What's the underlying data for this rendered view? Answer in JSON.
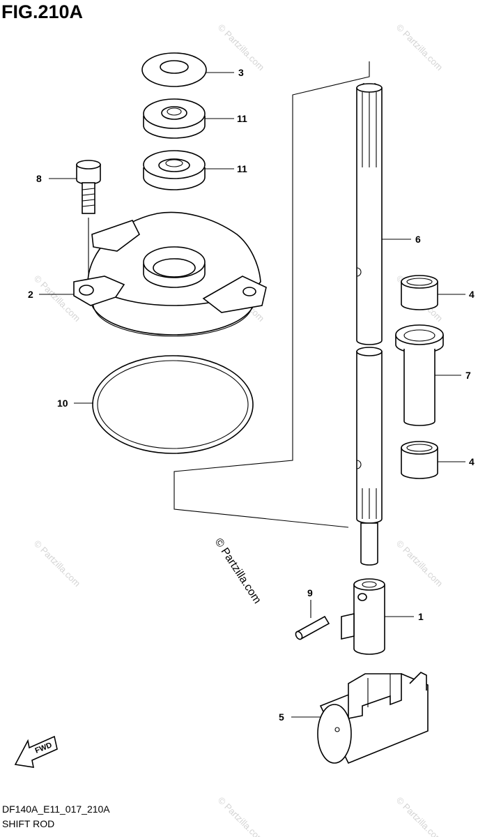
{
  "figure": {
    "title": "FIG.210A",
    "code": "DF140A_E11_017_210A",
    "subtitle": "SHIFT ROD"
  },
  "watermark": {
    "text": "© Partzilla.com"
  },
  "fwd_label": "FWD",
  "callouts": [
    "3",
    "11",
    "11",
    "8",
    "6",
    "2",
    "4",
    "7",
    "10",
    "4",
    "9",
    "1",
    "5"
  ]
}
